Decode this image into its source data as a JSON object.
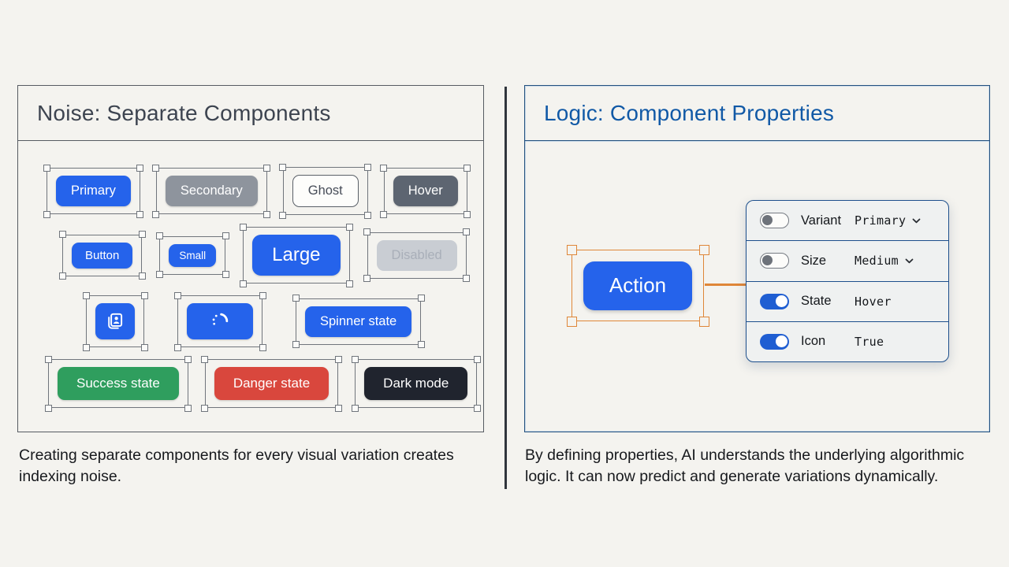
{
  "left_panel": {
    "title": "Noise: Separate Components",
    "caption": "Creating separate components for every visual variation creates indexing noise.",
    "rows": [
      {
        "items": [
          {
            "label": "Primary",
            "variant": "primary",
            "size": "md",
            "name": "primary-button"
          },
          {
            "label": "Secondary",
            "variant": "secondary",
            "size": "md",
            "name": "secondary-button"
          },
          {
            "label": "Ghost",
            "variant": "ghost",
            "size": "md",
            "name": "ghost-button"
          },
          {
            "label": "Hover",
            "variant": "hover",
            "size": "md",
            "name": "hover-button"
          }
        ]
      },
      {
        "items": [
          {
            "label": "Button",
            "variant": "primary",
            "size": "sm",
            "name": "default-button"
          },
          {
            "label": "Small",
            "variant": "primary",
            "size": "xs",
            "name": "small-button"
          },
          {
            "label": "Large",
            "variant": "primary",
            "size": "lg",
            "name": "large-button"
          },
          {
            "label": "Disabled",
            "variant": "disabled",
            "size": "md",
            "name": "disabled-button"
          }
        ]
      },
      {
        "items": [
          {
            "icon": "contact-card-icon",
            "variant": "primary",
            "size": "icon",
            "name": "icon-button"
          },
          {
            "icon": "spinner-icon",
            "variant": "primary",
            "size": "iconw",
            "name": "loading-button"
          },
          {
            "label": "Spinner state",
            "variant": "primary",
            "size": "md",
            "name": "spinner-state-button"
          }
        ]
      },
      {
        "items": [
          {
            "label": "Success state",
            "variant": "success",
            "size": "wide",
            "name": "success-state-button"
          },
          {
            "label": "Danger state",
            "variant": "danger",
            "size": "wide",
            "name": "danger-state-button"
          },
          {
            "label": "Dark mode",
            "variant": "dark",
            "size": "wide",
            "name": "dark-mode-button"
          }
        ]
      }
    ]
  },
  "right_panel": {
    "title": "Logic: Component Properties",
    "caption": "By defining properties, AI understands the underlying algorithmic logic. It can now predict and generate variations dynamically.",
    "action_button_label": "Action",
    "properties": [
      {
        "label": "Variant",
        "value": "Primary",
        "enabled": false,
        "dropdown": true
      },
      {
        "label": "Size",
        "value": "Medium",
        "enabled": false,
        "dropdown": true
      },
      {
        "label": "State",
        "value": "Hover",
        "enabled": true,
        "dropdown": false
      },
      {
        "label": "Icon",
        "value": "True",
        "enabled": true,
        "dropdown": false
      }
    ]
  },
  "colors": {
    "background": "#f4f3ef",
    "primary_blue": "#2563eb",
    "accent_orange": "#df8638",
    "panel_border_blue": "#1d4f8c",
    "right_title_blue": "#1159a6",
    "secondary_gray": "#8e949d",
    "hover_gray": "#5d6571",
    "success_green": "#2f9e5e",
    "danger_red": "#d9473d",
    "dark_mode": "#20242e"
  }
}
